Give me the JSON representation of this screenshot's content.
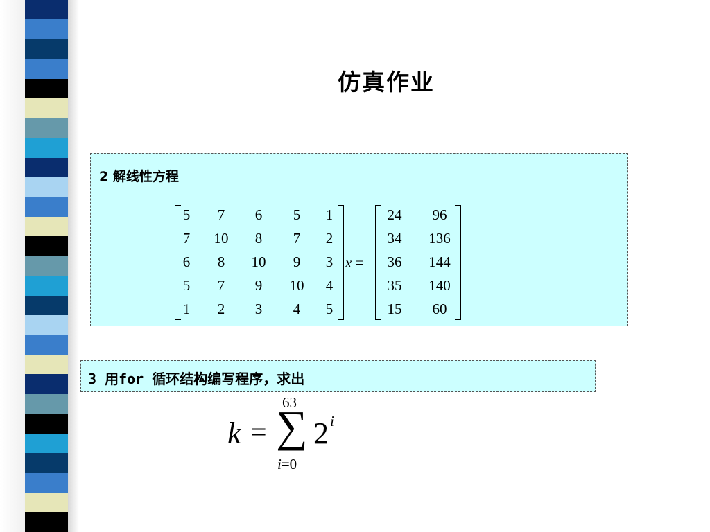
{
  "slide": {
    "title": "仿真作业",
    "stripe_colors": [
      "#0a2d6e",
      "#3a7ecb",
      "#063a6a",
      "#3a7ecb",
      "#000000",
      "#e6e6b8",
      "#6699aa",
      "#1fa0d4",
      "#0a2d6e",
      "#a9d4f2",
      "#3a7ecb",
      "#e6e6b8",
      "#000000",
      "#6699aa",
      "#1fa0d4",
      "#063a6a",
      "#a9d4f2",
      "#3a7ecb",
      "#e6e6b8",
      "#0a2d6e",
      "#6699aa",
      "#000000",
      "#1fa0d4",
      "#063a6a",
      "#3a7ecb",
      "#e6e6b8",
      "#000000"
    ]
  },
  "problem2": {
    "heading": "2 解线性方程",
    "matrix_a": [
      [
        "5",
        "7",
        "6",
        "5",
        "1"
      ],
      [
        "7",
        "10",
        "8",
        "7",
        "2"
      ],
      [
        "6",
        "8",
        "10",
        "9",
        "3"
      ],
      [
        "5",
        "7",
        "9",
        "10",
        "4"
      ],
      [
        "1",
        "2",
        "3",
        "4",
        "5"
      ]
    ],
    "variable": "x",
    "equals": "=",
    "matrix_b": [
      [
        "24",
        "96"
      ],
      [
        "34",
        "136"
      ],
      [
        "36",
        "144"
      ],
      [
        "35",
        "140"
      ],
      [
        "15",
        "60"
      ]
    ],
    "box_color": "#ccffff"
  },
  "problem3": {
    "heading": "3 用for 循环结构编写程序，求出",
    "formula": {
      "lhs": "k",
      "equals": "=",
      "sum_symbol": "∑",
      "upper": "63",
      "lower_var": "i",
      "lower_rest": "=0",
      "base": "2",
      "exponent": "i"
    }
  }
}
